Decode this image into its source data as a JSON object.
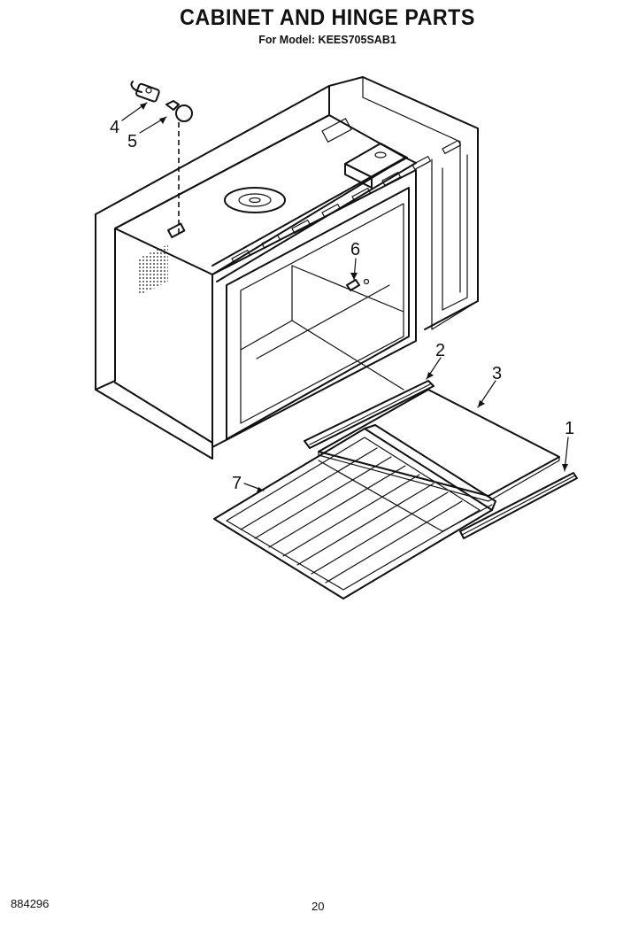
{
  "header": {
    "title": "CABINET AND HINGE PARTS",
    "model_line": "For Model: KEES705SAB1"
  },
  "diagram": {
    "callouts": [
      "1",
      "2",
      "3",
      "4",
      "5",
      "6",
      "7"
    ]
  },
  "footer": {
    "doc_number": "884296",
    "page_number": "20"
  }
}
